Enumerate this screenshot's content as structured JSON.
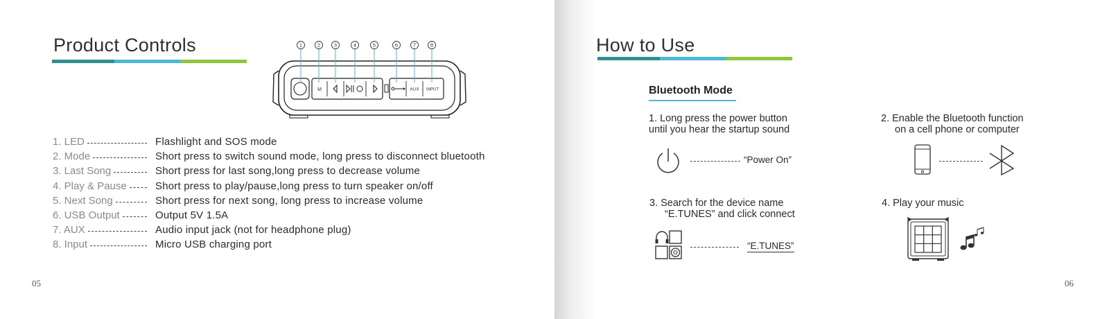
{
  "left_page": {
    "title": "Product Controls",
    "callout_numbers": [
      "1",
      "2",
      "3",
      "4",
      "5",
      "6",
      "7",
      "8"
    ],
    "device_labels": {
      "mode": "M",
      "aux": "AUX",
      "input": "INPUT"
    },
    "controls": [
      {
        "name": "1. LED",
        "description": "Flashlight and SOS mode"
      },
      {
        "name": "2. Mode",
        "description": "Short press to switch sound mode, long press to disconnect bluetooth"
      },
      {
        "name": "3. Last Song",
        "description": "Short press for last song,long press to decrease volume"
      },
      {
        "name": "4. Play & Pause",
        "description": "Short press to play/pause,long press to turn speaker on/off"
      },
      {
        "name": "5. Next Song",
        "description": "Short press for next song,  long press to increase volume"
      },
      {
        "name": "6. USB Output",
        "description": "Output 5V 1.5A"
      },
      {
        "name": "7. AUX",
        "description": "Audio input jack (not for headphone plug)"
      },
      {
        "name": "8. Input",
        "description": "Micro USB charging port"
      }
    ],
    "page_number": "05"
  },
  "right_page": {
    "title": "How to Use",
    "section_title": "Bluetooth Mode",
    "steps": [
      {
        "lines": [
          "1.   Long press the power button",
          "until you hear the startup sound"
        ],
        "label": "“Power On”"
      },
      {
        "lines": [
          "2.   Enable the Bluetooth function",
          "on a cell phone or computer"
        ],
        "label": ""
      },
      {
        "lines": [
          "3.   Search for the device name",
          "“E.TUNES” and click connect"
        ],
        "label": "“E.TUNES”"
      },
      {
        "lines": [
          "4.   Play your music"
        ],
        "label": ""
      }
    ],
    "page_number": "06"
  },
  "colors": {
    "accent_teal": "#2f8f8f",
    "accent_blue": "#4ab8d6",
    "accent_green": "#8cc63f",
    "text_dark": "#2a2a2a",
    "text_muted": "#8a8a8a"
  },
  "icons": [
    "power-icon",
    "smartphone-icon",
    "bluetooth-icon",
    "device-icons",
    "speaker-icon",
    "music-note-icon"
  ]
}
